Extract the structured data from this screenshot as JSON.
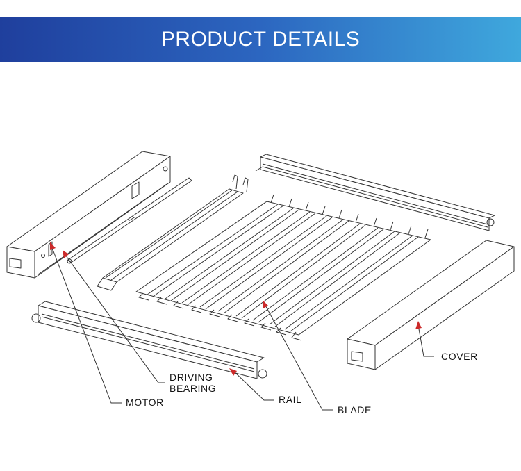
{
  "header": {
    "title": "PRODUCT DETAILS",
    "bg_start": "#1f3f9d",
    "bg_end": "#3fa8dd"
  },
  "diagram": {
    "labels": {
      "cover": "COVER",
      "driving_line1": "DRIVING",
      "driving_line2": "BEARING",
      "motor": "MOTOR",
      "rail": "RAIL",
      "blade": "BLADE"
    },
    "leader_color": "#cc2a2a",
    "line_color": "#333333"
  }
}
